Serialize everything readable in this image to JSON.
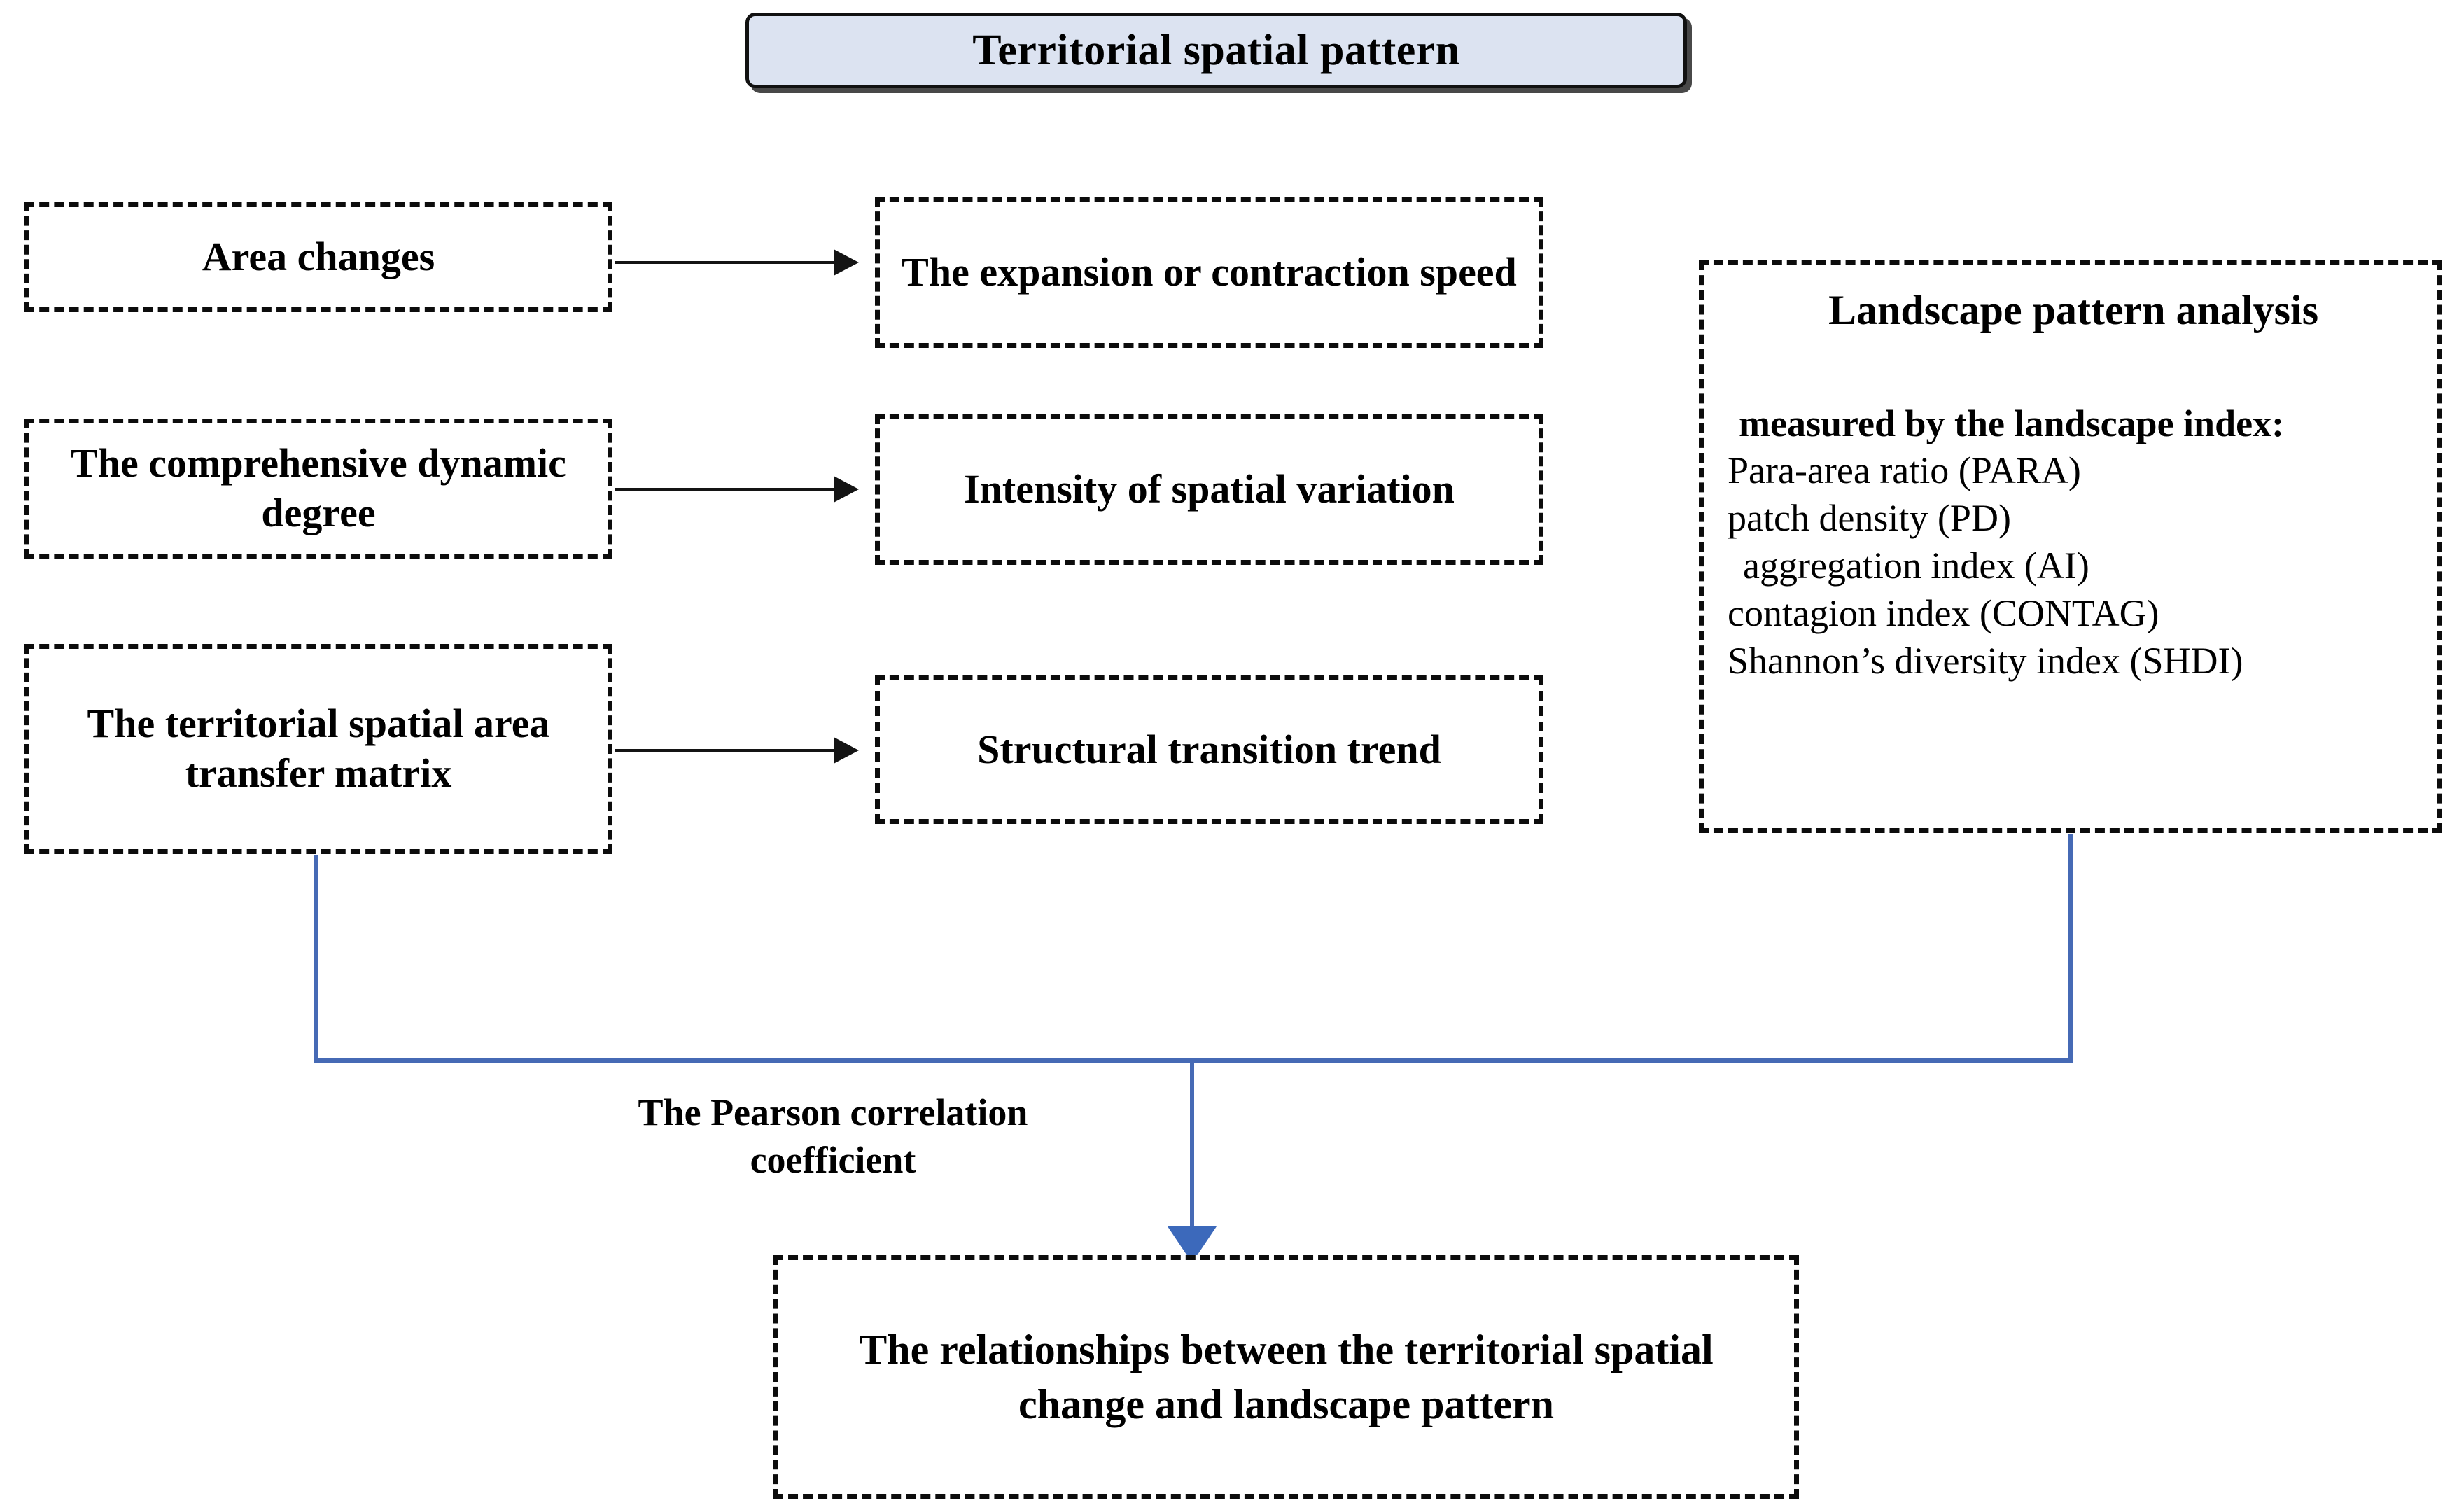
{
  "title": {
    "text": "Territorial spatial pattern",
    "fill_color": "#dce3f1",
    "border_color": "#111111"
  },
  "left_column": [
    {
      "label": "Area changes"
    },
    {
      "label": "The comprehensive dynamic degree"
    },
    {
      "label": "The territorial spatial area transfer matrix"
    }
  ],
  "middle_column": [
    {
      "label": "The expansion or contraction speed"
    },
    {
      "label": "Intensity of spatial variation"
    },
    {
      "label": "Structural transition trend"
    }
  ],
  "landscape_panel": {
    "title": "Landscape pattern analysis",
    "subtitle": "measured by the landscape index:",
    "indices": [
      "Para-area ratio (PARA)",
      "patch density (PD)",
      "aggregation index (AI)",
      "contagion index (CONTAG)",
      "Shannon’s diversity index (SHDI)"
    ]
  },
  "connector": {
    "pearson_label": "The Pearson correlation coefficient",
    "line_color": "#466ab5",
    "arrow_color": "#3c69bb"
  },
  "outcome": {
    "label": "The relationships between the territorial spatial change and landscape pattern"
  }
}
